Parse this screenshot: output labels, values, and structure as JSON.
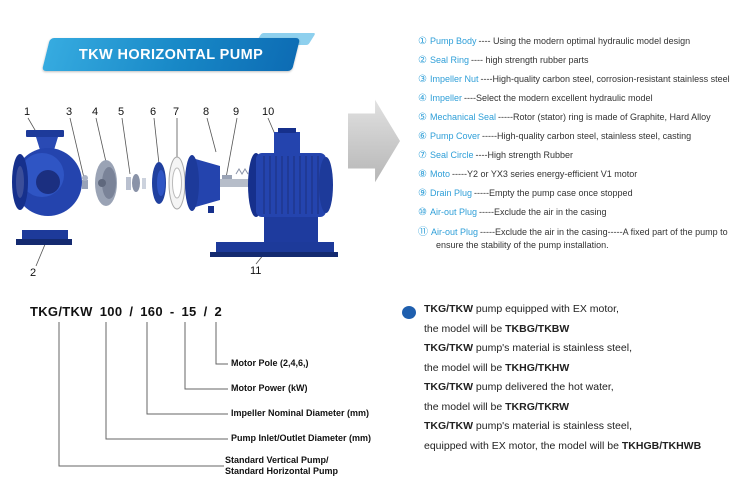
{
  "banner": {
    "title": "TKW HORIZONTAL PUMP"
  },
  "diagram": {
    "numbers_top": [
      "1",
      "3",
      "4",
      "5",
      "6",
      "7",
      "8",
      "9",
      "10"
    ],
    "numbers_bottom": [
      "2",
      "11"
    ]
  },
  "parts": [
    {
      "num": "①",
      "name": "Pump Body",
      "desc": "---- Using the modern optimal hydraulic model design"
    },
    {
      "num": "②",
      "name": "Seal Ring",
      "desc": "---- high strength rubber parts"
    },
    {
      "num": "③",
      "name": "Impeller Nut",
      "desc": "----High-quality carbon steel, corrosion-resistant stainless steel"
    },
    {
      "num": "④",
      "name": "Impeller",
      "desc": "----Select the modern excellent hydraulic model"
    },
    {
      "num": "⑤",
      "name": "Mechanical Seal",
      "desc": "-----Rotor (stator) ring is made of Graphite, Hard Alloy"
    },
    {
      "num": "⑥",
      "name": "Pump Cover",
      "desc": "-----High-quality carbon steel, stainless steel, casting"
    },
    {
      "num": "⑦",
      "name": "Seal Circle",
      "desc": "----High strength Rubber"
    },
    {
      "num": "⑧",
      "name": "Moto",
      "desc": "-----Y2 or YX3 series energy-efficient V1 motor"
    },
    {
      "num": "⑨",
      "name": "Drain Plug",
      "desc": "-----Empty the pump case once stopped"
    },
    {
      "num": "⑩",
      "name": "Air-out Plug",
      "desc": "-----Exclude the air in the casing"
    },
    {
      "num": "⑪",
      "name": "Air-out Plug",
      "desc": "-----Exclude the air in the casing-----A fixed part of the pump to ensure the stability of the pump installation."
    }
  ],
  "model_code": {
    "tokens": [
      "TKG/TKW",
      "100",
      "/",
      "160",
      "-",
      "15",
      "/",
      "2"
    ],
    "labels": [
      "Motor Pole (2,4,6,)",
      "Motor Power  (kW)",
      "Impeller Nominal Diameter (mm)",
      "Pump Inlet/Outlet Diameter (mm)",
      "Standard Vertical Pump/",
      "Standard  Horizontal Pump"
    ]
  },
  "notes": [
    {
      "bold_lead": "TKG/TKW",
      "text": " pump equipped with EX motor,",
      "bold_tail": ""
    },
    {
      "bold_lead": "",
      "text": "the model will be ",
      "bold_tail": "TKBG/TKBW"
    },
    {
      "bold_lead": "TKG/TKW",
      "text": " pump's material is stainless steel,",
      "bold_tail": ""
    },
    {
      "bold_lead": "",
      "text": "the model will be ",
      "bold_tail": "TKHG/TKHW"
    },
    {
      "bold_lead": "TKG/TKW",
      "text": " pump delivered the hot water,",
      "bold_tail": ""
    },
    {
      "bold_lead": "",
      "text": "the model will be ",
      "bold_tail": "TKRG/TKRW"
    },
    {
      "bold_lead": "TKG/TKW",
      "text": " pump's material is stainless steel,",
      "bold_tail": ""
    },
    {
      "bold_lead": "",
      "text": "equipped with EX motor, the model will be ",
      "bold_tail": "TKHGB/TKHWB"
    }
  ],
  "colors": {
    "banner_blue": "#1787c6",
    "list_blue": "#2f9fd8",
    "pump_blue": "#2444ae",
    "arrow_gray": "#c9c9c9",
    "note_dot_blue": "#1f5fae"
  }
}
